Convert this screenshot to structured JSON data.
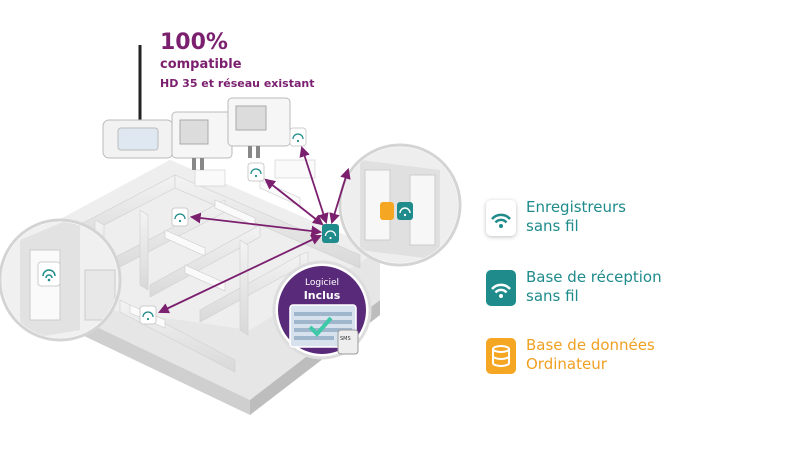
{
  "headline": {
    "percent": "100%",
    "line1": "compatible",
    "line2": "HD 35 et réseau existant"
  },
  "badge": {
    "line1": "Logiciel",
    "line2": "Inclus",
    "sms": "SMS"
  },
  "legend": [
    {
      "icon": "wifi-icon",
      "line1": "Enregistreurs",
      "line2": "sans fil",
      "color": "#1f8b8b"
    },
    {
      "icon": "wifi-base-icon",
      "line1": "Base de réception",
      "line2": "sans fil",
      "color": "#1f8b8b"
    },
    {
      "icon": "database-icon",
      "line1": "Base de données",
      "line2": "Ordinateur",
      "color": "#f5a623"
    }
  ],
  "colors": {
    "purple": "#7b1f6f",
    "teal": "#1f8b8b",
    "orange": "#f5a623"
  }
}
